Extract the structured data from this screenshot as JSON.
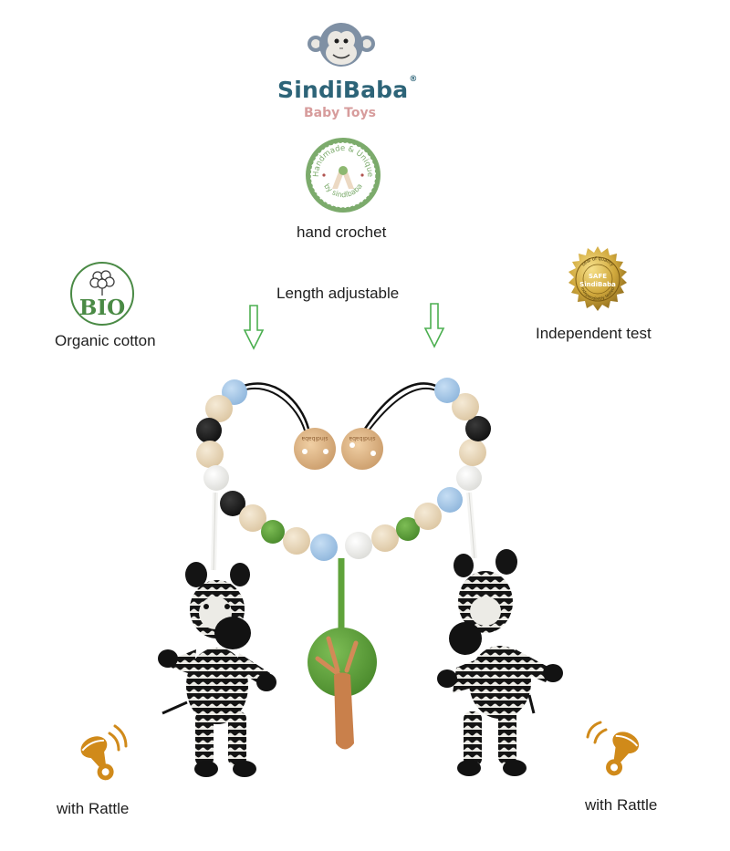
{
  "brand": {
    "name": "SindiBaba",
    "registered_mark": "®",
    "subtitle": "Baby Toys",
    "logo_icon": "monkey-face-icon",
    "colors": {
      "name": "#2d6478",
      "subtitle": "#d79c9c",
      "monkey_gray": "#7f90a4"
    }
  },
  "badges": {
    "handmade": {
      "icon": "handmade-unique-seal-icon",
      "seal_text_top": "Handmade & Unique",
      "seal_text_bottom": "by sindibaba",
      "label": "hand crochet",
      "color": "#7cab6c"
    },
    "bio": {
      "icon": "bio-cotton-icon",
      "seal_text": "BIO",
      "label": "Organic cotton",
      "color": "#4a8a45"
    },
    "safe": {
      "icon": "gold-safety-seal-icon",
      "seal_text_top": "seal of quality",
      "seal_line1": "SAFE",
      "seal_line2": "SindiBaba",
      "seal_text_bottom": "independently tested",
      "label": "Independent test",
      "color": "#c9a23a"
    }
  },
  "length": {
    "label": "Length adjustable",
    "arrow_icon": "arrow-down-outline-icon",
    "arrow_color": "#4caf50"
  },
  "features": {
    "rattle_left": {
      "icon": "rattle-icon",
      "label": "with Rattle"
    },
    "rattle_right": {
      "icon": "rattle-icon",
      "label": "with Rattle"
    },
    "rattle_color": "#d08a1a"
  },
  "product": {
    "type": "crochet stroller chain",
    "clip_engraving": "sindibaba",
    "pendants": [
      "zebra",
      "tree",
      "zebra"
    ],
    "bead_colors": {
      "wood": "#ead9bd",
      "black": "#1c1c1c",
      "blue": "#a9cbea",
      "white": "#f2f2f0",
      "green": "#5fa33b"
    }
  }
}
